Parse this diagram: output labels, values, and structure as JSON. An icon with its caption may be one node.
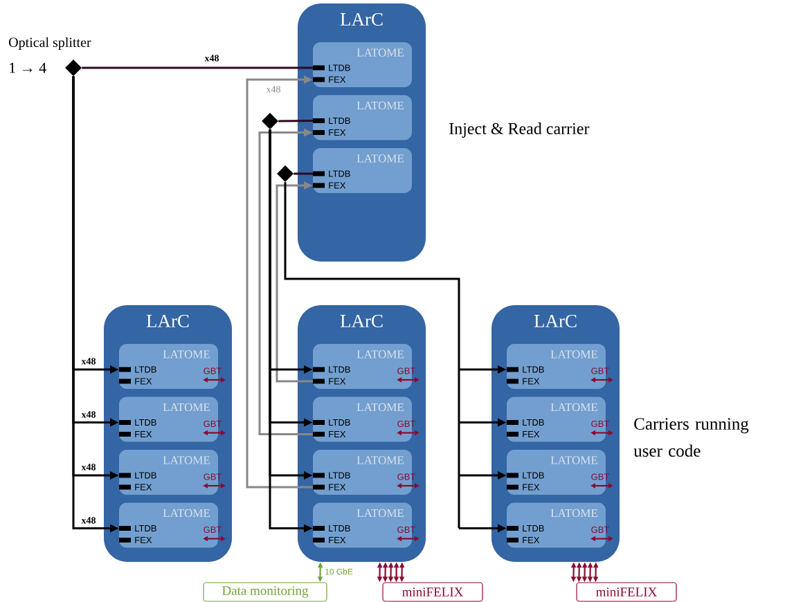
{
  "diagram": {
    "nodes": [
      {
        "text": [],
        "shape": "diamond",
        "beside": [
          "Optical splitter",
          "1 → 4"
        ]
      },
      {
        "text": [
          "LArC"
        ],
        "beside": [
          "Inject & Read carrier"
        ]
      },
      {
        "text": [
          "LATOME"
        ],
        "in": 1
      },
      {
        "text": [
          "LTDB"
        ],
        "in": 2
      },
      {
        "text": [
          "FEX"
        ],
        "in": 2
      },
      {
        "text": [
          "LATOME"
        ],
        "in": 1
      },
      {
        "text": [
          "LTDB"
        ],
        "in": 5
      },
      {
        "text": [
          "FEX"
        ],
        "in": 5
      },
      {
        "text": [
          "LATOME"
        ],
        "in": 1
      },
      {
        "text": [
          "LTDB"
        ],
        "in": 8
      },
      {
        "text": [
          "FEX"
        ],
        "in": 8
      },
      {
        "text": [],
        "shape": "diamond"
      },
      {
        "text": [],
        "shape": "diamond"
      },
      {
        "text": [
          "LArC"
        ]
      },
      {
        "text": [
          "LATOME",
          "GBT"
        ],
        "in": 13
      },
      {
        "text": [
          "LTDB"
        ],
        "in": 14
      },
      {
        "text": [
          "FEX"
        ],
        "in": 14
      },
      {
        "text": [
          "LATOME",
          "GBT"
        ],
        "in": 13
      },
      {
        "text": [
          "LTDB"
        ],
        "in": 17
      },
      {
        "text": [
          "FEX"
        ],
        "in": 17
      },
      {
        "text": [
          "LATOME",
          "GBT"
        ],
        "in": 13
      },
      {
        "text": [
          "LTDB"
        ],
        "in": 20
      },
      {
        "text": [
          "FEX"
        ],
        "in": 20
      },
      {
        "text": [
          "LATOME",
          "GBT"
        ],
        "in": 13
      },
      {
        "text": [
          "LTDB"
        ],
        "in": 23
      },
      {
        "text": [
          "FEX"
        ],
        "in": 23
      },
      {
        "text": [
          "LArC"
        ]
      },
      {
        "text": [
          "LATOME",
          "GBT"
        ],
        "in": 26
      },
      {
        "text": [
          "LTDB"
        ],
        "in": 27
      },
      {
        "text": [
          "FEX"
        ],
        "in": 27
      },
      {
        "text": [
          "LATOME",
          "GBT"
        ],
        "in": 26
      },
      {
        "text": [
          "LTDB"
        ],
        "in": 30
      },
      {
        "text": [
          "FEX"
        ],
        "in": 30
      },
      {
        "text": [
          "LATOME",
          "GBT"
        ],
        "in": 26
      },
      {
        "text": [
          "LTDB"
        ],
        "in": 33
      },
      {
        "text": [
          "FEX"
        ],
        "in": 33
      },
      {
        "text": [
          "LATOME",
          "GBT"
        ],
        "in": 26
      },
      {
        "text": [
          "LTDB"
        ],
        "in": 36
      },
      {
        "text": [
          "FEX"
        ],
        "in": 36
      },
      {
        "text": [
          "LArC"
        ]
      },
      {
        "text": [
          "LATOME",
          "GBT"
        ],
        "in": 39
      },
      {
        "text": [
          "LTDB"
        ],
        "in": 40
      },
      {
        "text": [
          "FEX"
        ],
        "in": 40
      },
      {
        "text": [
          "LATOME",
          "GBT"
        ],
        "in": 39
      },
      {
        "text": [
          "LTDB"
        ],
        "in": 43
      },
      {
        "text": [
          "FEX"
        ],
        "in": 43
      },
      {
        "text": [
          "LATOME",
          "GBT"
        ],
        "in": 39
      },
      {
        "text": [
          "LTDB"
        ],
        "in": 46
      },
      {
        "text": [
          "FEX"
        ],
        "in": 46
      },
      {
        "text": [
          "LATOME",
          "GBT"
        ],
        "in": 39
      },
      {
        "text": [
          "LTDB"
        ],
        "in": 49
      },
      {
        "text": [
          "FEX"
        ],
        "in": 49
      },
      {
        "text": [
          "Data monitoring"
        ]
      },
      {
        "text": [
          "miniFELIX"
        ]
      },
      {
        "text": [
          "miniFELIX"
        ]
      }
    ],
    "edges": [
      {
        "from": 0,
        "to": 3,
        "arrow": "none",
        "label": "x48",
        "color": "#2d0a22"
      },
      {
        "from": 0,
        "to": 15,
        "arrow": "to",
        "label": "x48"
      },
      {
        "from": 0,
        "to": 18,
        "arrow": "to",
        "label": "x48"
      },
      {
        "from": 0,
        "to": 21,
        "arrow": "to",
        "label": "x48"
      },
      {
        "from": 0,
        "to": 24,
        "arrow": "to",
        "label": "x48"
      },
      {
        "from": 35,
        "to": 4,
        "arrow": "to",
        "label": "x48",
        "color": "#888888"
      },
      {
        "from": 11,
        "to": 6,
        "arrow": "none",
        "color": "#2d0a22"
      },
      {
        "from": 32,
        "to": 7,
        "arrow": "to",
        "color": "#888888"
      },
      {
        "from": 29,
        "to": 10,
        "arrow": "to",
        "color": "#888888"
      },
      {
        "from": 12,
        "to": 9,
        "arrow": "none",
        "color": "#2d0a22"
      },
      {
        "from": 11,
        "to": 28,
        "arrow": "to"
      },
      {
        "from": 11,
        "to": 31,
        "arrow": "to"
      },
      {
        "from": 11,
        "to": 34,
        "arrow": "to"
      },
      {
        "from": 11,
        "to": 37,
        "arrow": "to"
      },
      {
        "from": 12,
        "to": 41,
        "arrow": "to"
      },
      {
        "from": 12,
        "to": 44,
        "arrow": "to"
      },
      {
        "from": 12,
        "to": 47,
        "arrow": "to"
      },
      {
        "from": 12,
        "to": 50,
        "arrow": "to"
      },
      {
        "from": 52,
        "to": 26,
        "arrow": "both",
        "label": "10 GbE",
        "color": "#73a23b"
      },
      {
        "from": 53,
        "to": 26,
        "arrow": "both",
        "color": "#8b0a2e"
      },
      {
        "from": 53,
        "to": 26,
        "arrow": "both",
        "color": "#8b0a2e"
      },
      {
        "from": 53,
        "to": 26,
        "arrow": "both",
        "color": "#8b0a2e"
      },
      {
        "from": 53,
        "to": 26,
        "arrow": "both",
        "color": "#8b0a2e"
      },
      {
        "from": 53,
        "to": 26,
        "arrow": "both",
        "color": "#8b0a2e"
      },
      {
        "from": 54,
        "to": 39,
        "arrow": "both",
        "color": "#8b0a2e"
      },
      {
        "from": 54,
        "to": 39,
        "arrow": "both",
        "color": "#8b0a2e"
      },
      {
        "from": 54,
        "to": 39,
        "arrow": "both",
        "color": "#8b0a2e"
      },
      {
        "from": 54,
        "to": 39,
        "arrow": "both",
        "color": "#8b0a2e"
      },
      {
        "from": 54,
        "to": 39,
        "arrow": "both",
        "color": "#8b0a2e"
      }
    ],
    "labels": [
      "Carriers running user code"
    ]
  }
}
